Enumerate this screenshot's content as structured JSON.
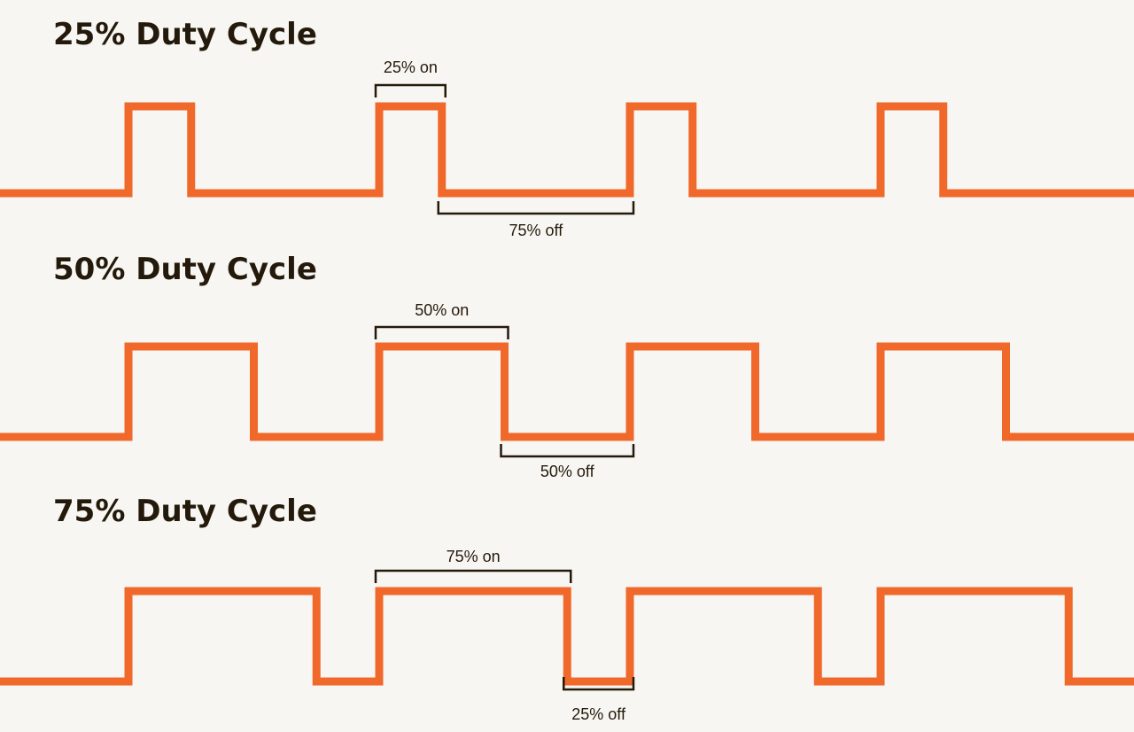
{
  "colors": {
    "background": "#f8f6f2",
    "wave": "#f0682a",
    "text": "#241a0c"
  },
  "panels": [
    {
      "title": "25% Duty Cycle",
      "duty_percent": 25,
      "on_label": "25% on",
      "off_label": "75% off"
    },
    {
      "title": "50% Duty Cycle",
      "duty_percent": 50,
      "on_label": "50% on",
      "off_label": "50% off"
    },
    {
      "title": "75% Duty Cycle",
      "duty_percent": 75,
      "on_label": "75% on",
      "off_label": "25% off"
    }
  ]
}
